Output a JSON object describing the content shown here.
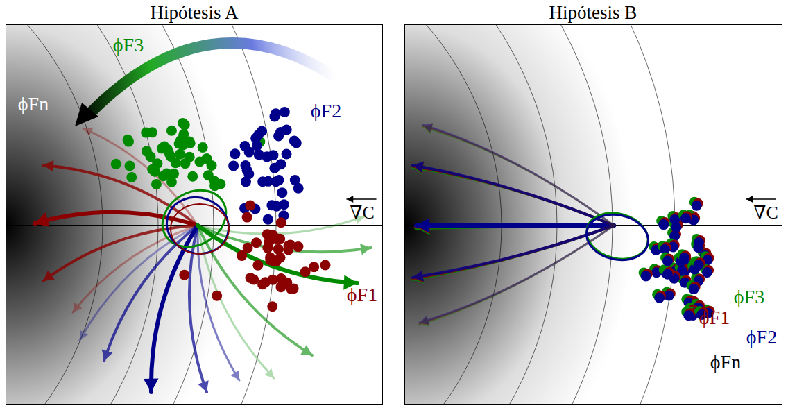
{
  "diagram": {
    "labels": [
      "Hipótesis A",
      "Hipótesis B",
      "ϕF3",
      "ϕFn",
      "ϕF2",
      "∇C",
      "ϕF1",
      "∇C",
      "ϕF3",
      "ϕF1",
      "ϕF2",
      "ϕFn"
    ]
  }
}
